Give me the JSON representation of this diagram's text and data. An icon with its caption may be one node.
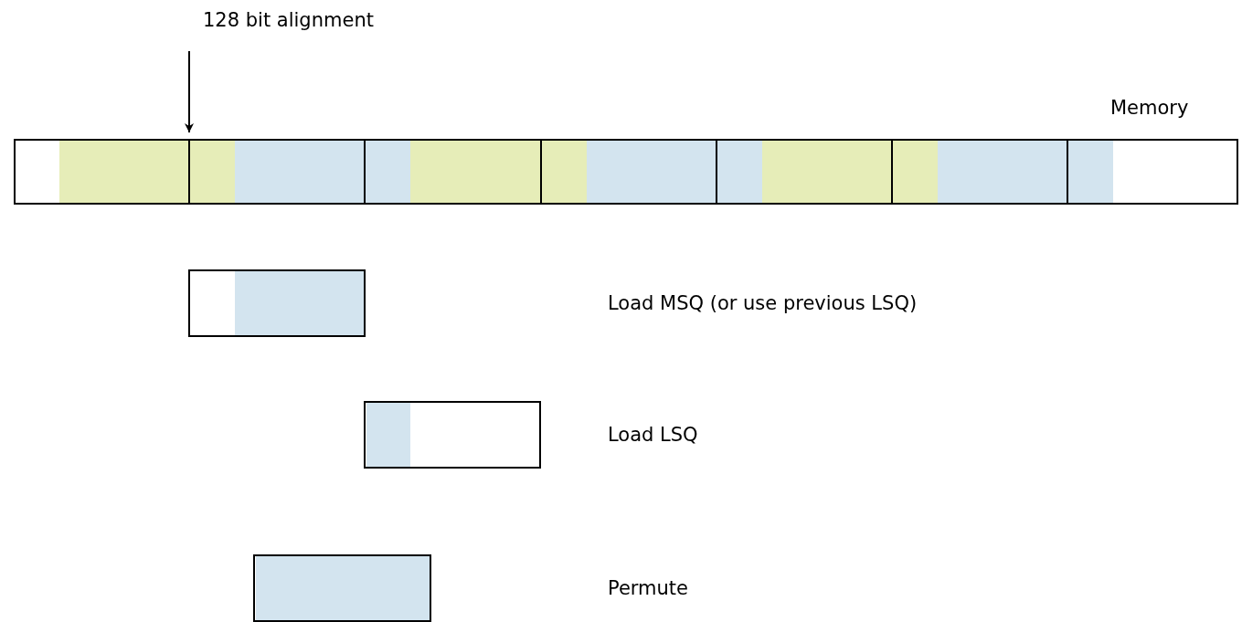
{
  "diagram": {
    "nodes": [
      {
        "text": [
          "128 bit alignment"
        ]
      },
      {
        "text": [
          "Memory"
        ]
      },
      {
        "text": [],
        "shape": "box"
      },
      {
        "text": [],
        "shape": "box"
      },
      {
        "text": [],
        "shape": "box"
      }
    ],
    "edges": [
      {
        "from": 0,
        "to": 1,
        "arrow": "to"
      }
    ],
    "labels": [
      "Load MSQ (or use previous LSQ)",
      "Load LSQ",
      "Permute"
    ]
  }
}
